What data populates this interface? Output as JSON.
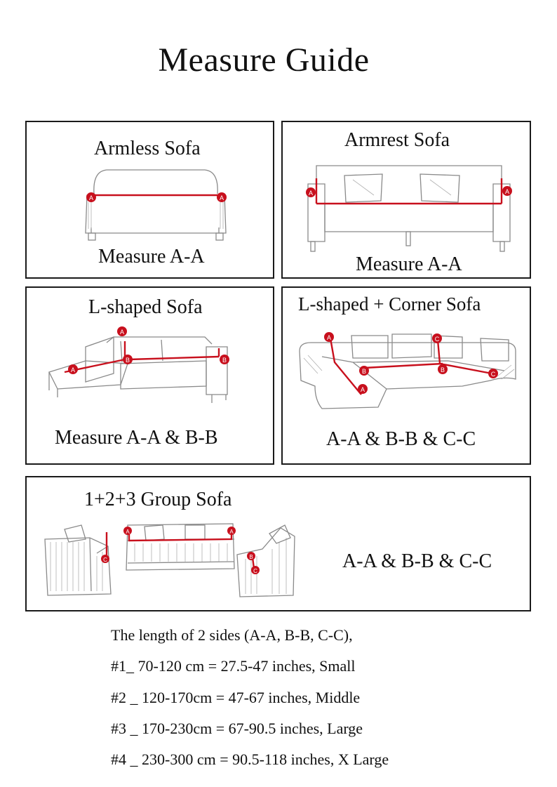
{
  "title": "Measure Guide",
  "panels": {
    "armless": {
      "name": "Armless Sofa",
      "measure": "Measure A-A"
    },
    "armrest": {
      "name": "Armrest Sofa",
      "measure": "Measure A-A"
    },
    "lshaped": {
      "name": "L-shaped Sofa",
      "measure": "Measure A-A & B-B"
    },
    "lcorner": {
      "name": "L-shaped + Corner Sofa",
      "measure": "A-A & B-B & C-C"
    },
    "group": {
      "name": "1+2+3 Group Sofa",
      "measure": "A-A & B-B & C-C"
    }
  },
  "markers": {
    "a": "A",
    "b": "B",
    "c": "C"
  },
  "sizes": [
    "The length of 2 sides (A-A, B-B, C-C),",
    "#1_ 70-120 cm = 27.5-47 inches, Small",
    "#2 _ 120-170cm = 47-67 inches, Middle",
    "#3 _ 170-230cm = 67-90.5 inches, Large",
    "#4 _ 230-300 cm = 90.5-118 inches, X Large"
  ],
  "colors": {
    "marker": "#c8101d",
    "sketch": "#8a8a8a",
    "border": "#1a1a1a"
  }
}
